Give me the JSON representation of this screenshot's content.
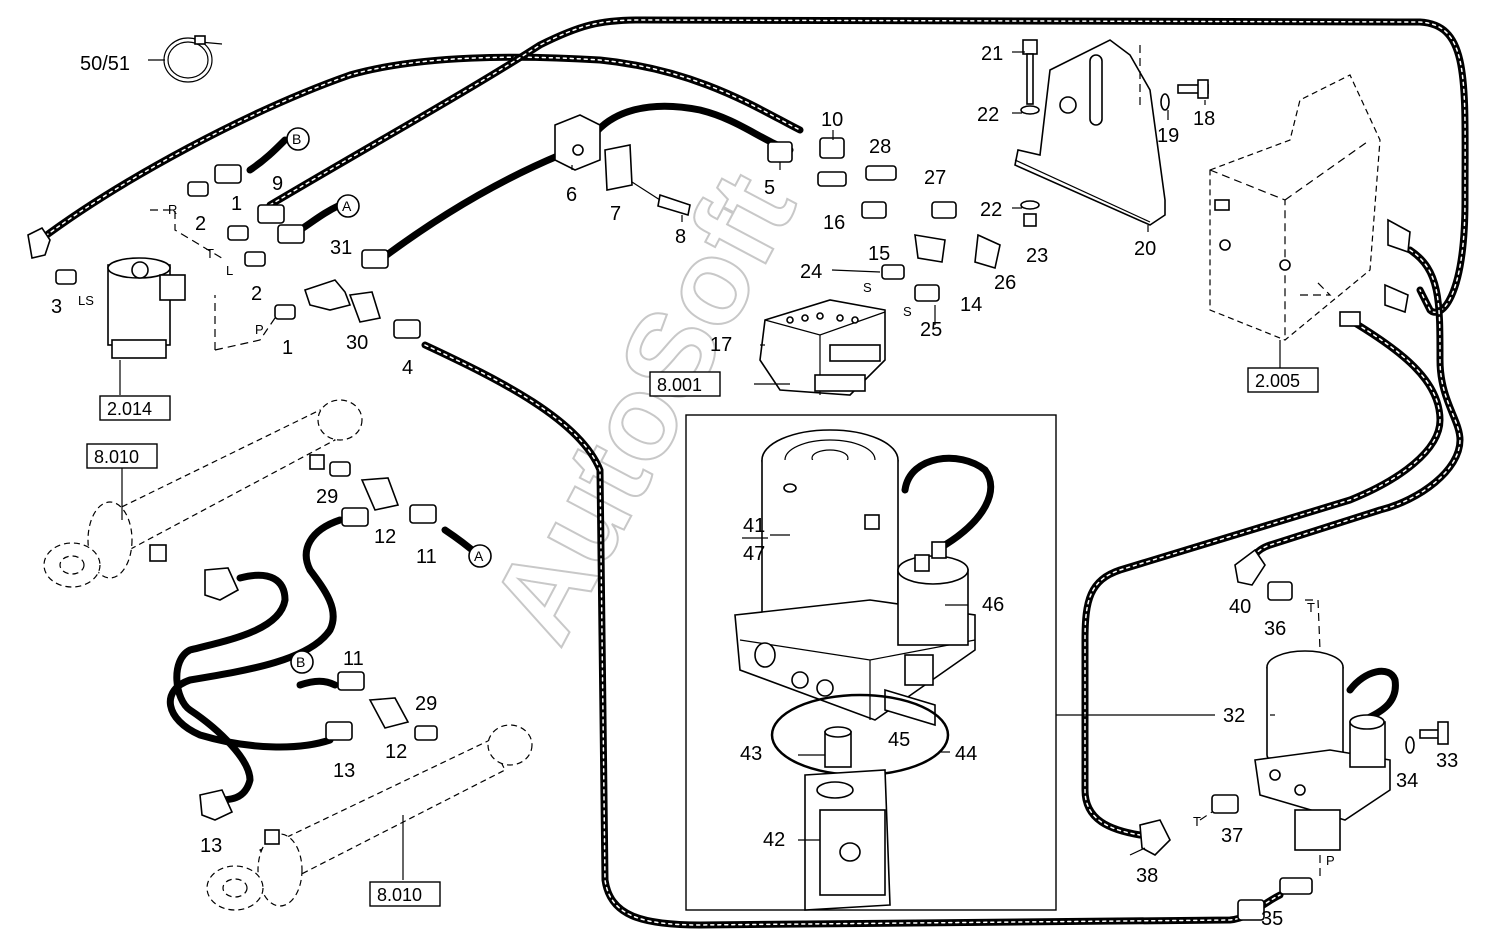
{
  "watermark": "AutoSoft",
  "part_numbers": [
    {
      "id": "p5051",
      "text": "50/51"
    },
    {
      "id": "p2a",
      "text": "2"
    },
    {
      "id": "p2b",
      "text": "2"
    },
    {
      "id": "p1a",
      "text": "1"
    },
    {
      "id": "p1b",
      "text": "1"
    },
    {
      "id": "p3",
      "text": "3"
    },
    {
      "id": "p4",
      "text": "4"
    },
    {
      "id": "p5",
      "text": "5"
    },
    {
      "id": "p6",
      "text": "6"
    },
    {
      "id": "p7",
      "text": "7"
    },
    {
      "id": "p8",
      "text": "8"
    },
    {
      "id": "p9",
      "text": "9"
    },
    {
      "id": "p10",
      "text": "10"
    },
    {
      "id": "p11a",
      "text": "11"
    },
    {
      "id": "p11b",
      "text": "11"
    },
    {
      "id": "p12a",
      "text": "12"
    },
    {
      "id": "p12b",
      "text": "12"
    },
    {
      "id": "p13a",
      "text": "13"
    },
    {
      "id": "p13b",
      "text": "13"
    },
    {
      "id": "p14",
      "text": "14"
    },
    {
      "id": "p15",
      "text": "15"
    },
    {
      "id": "p16",
      "text": "16"
    },
    {
      "id": "p17",
      "text": "17"
    },
    {
      "id": "p18",
      "text": "18"
    },
    {
      "id": "p19",
      "text": "19"
    },
    {
      "id": "p20",
      "text": "20"
    },
    {
      "id": "p21",
      "text": "21"
    },
    {
      "id": "p22a",
      "text": "22"
    },
    {
      "id": "p22b",
      "text": "22"
    },
    {
      "id": "p23",
      "text": "23"
    },
    {
      "id": "p24",
      "text": "24"
    },
    {
      "id": "p25",
      "text": "25"
    },
    {
      "id": "p26",
      "text": "26"
    },
    {
      "id": "p27",
      "text": "27"
    },
    {
      "id": "p28",
      "text": "28"
    },
    {
      "id": "p29a",
      "text": "29"
    },
    {
      "id": "p29b",
      "text": "29"
    },
    {
      "id": "p30",
      "text": "30"
    },
    {
      "id": "p31",
      "text": "31"
    },
    {
      "id": "p32",
      "text": "32"
    },
    {
      "id": "p33",
      "text": "33"
    },
    {
      "id": "p34",
      "text": "34"
    },
    {
      "id": "p35",
      "text": "35"
    },
    {
      "id": "p36",
      "text": "36"
    },
    {
      "id": "p37",
      "text": "37"
    },
    {
      "id": "p38",
      "text": "38"
    },
    {
      "id": "p40",
      "text": "40"
    },
    {
      "id": "p41",
      "text": "41"
    },
    {
      "id": "p47",
      "text": "47"
    },
    {
      "id": "p42",
      "text": "42"
    },
    {
      "id": "p43",
      "text": "43"
    },
    {
      "id": "p44",
      "text": "44"
    },
    {
      "id": "p45",
      "text": "45"
    },
    {
      "id": "p46",
      "text": "46"
    }
  ],
  "port_labels": [
    {
      "id": "pR",
      "text": "R"
    },
    {
      "id": "pT1",
      "text": "T"
    },
    {
      "id": "pL",
      "text": "L"
    },
    {
      "id": "pLS",
      "text": "LS"
    },
    {
      "id": "pP1",
      "text": "P"
    },
    {
      "id": "pS1",
      "text": "S"
    },
    {
      "id": "pS2",
      "text": "S"
    },
    {
      "id": "pT2",
      "text": "T"
    },
    {
      "id": "pT3",
      "text": "T"
    },
    {
      "id": "pP2",
      "text": "P"
    }
  ],
  "ref_boxes": [
    {
      "id": "r2014",
      "text": "2.014"
    },
    {
      "id": "r8001",
      "text": "8.001"
    },
    {
      "id": "r8010a",
      "text": "8.010"
    },
    {
      "id": "r8010b",
      "text": "8.010"
    },
    {
      "id": "r2005",
      "text": "2.005"
    }
  ],
  "connection_markers": [
    {
      "id": "cB1",
      "text": "B"
    },
    {
      "id": "cA1",
      "text": "A"
    },
    {
      "id": "cA2",
      "text": "A"
    },
    {
      "id": "cB2",
      "text": "B"
    }
  ]
}
